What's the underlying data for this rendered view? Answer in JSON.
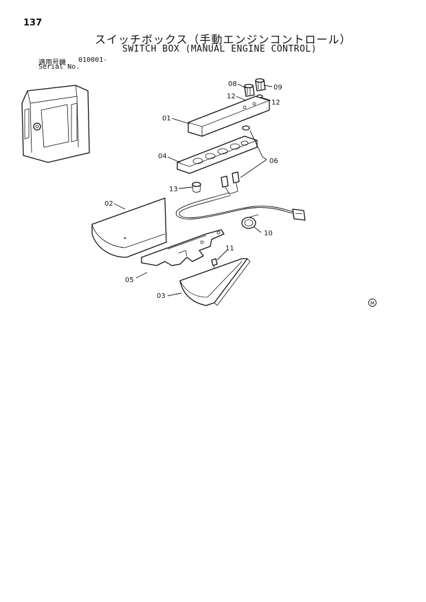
{
  "header": {
    "page_number": "137",
    "title_jp": "スイッチボックス（手動エンジンコントロール）",
    "title_en": "SWITCH BOX (MANUAL ENGINE CONTROL)",
    "serial_label_jp": "適用号機",
    "serial_value": "010001-",
    "serial_label_en": "Serial No."
  },
  "callouts": {
    "c01": "01",
    "c02": "02",
    "c03": "03",
    "c04": "04",
    "c05": "05",
    "c06": "06",
    "c08": "08",
    "c09": "09",
    "c10": "10",
    "c11": "11",
    "c12a": "12",
    "c12b": "12",
    "c13": "13"
  },
  "mark": "M"
}
